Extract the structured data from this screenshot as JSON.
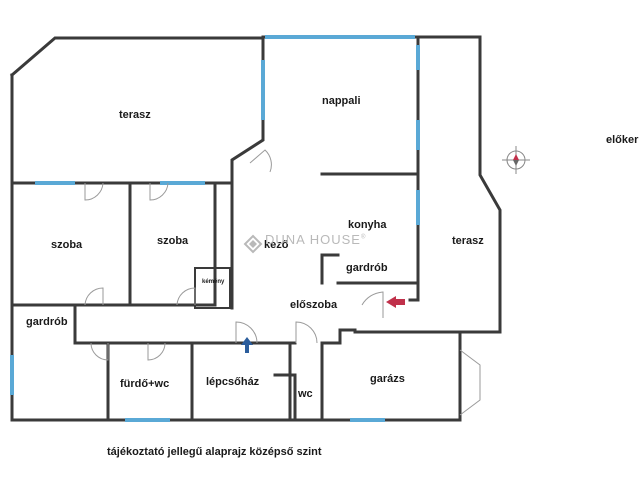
{
  "rooms": {
    "terasz_left": "terasz",
    "nappali": "nappali",
    "szoba_1": "szoba",
    "szoba_2": "szoba",
    "kemeny": "kémény",
    "konyha": "konyha",
    "eteto_partial": "kező",
    "gardrob_right": "gardrób",
    "terasz_right": "terasz",
    "eloszoba": "előszoba",
    "gardrob_left": "gardrób",
    "furdo_wc": "fürdő+wc",
    "lepcsohaz": "lépcsőház",
    "wc": "wc",
    "garazs": "garázs",
    "eloker_partial": "előker"
  },
  "caption": "tájékoztató jellegű alaprajz középső szint",
  "watermark": {
    "brand": "DUNA HOUSE",
    "mark": "®"
  },
  "colors": {
    "wall": "#3a3a3a",
    "window": "#5aa9d6",
    "door": "#9a9a9a",
    "entry_arrow": "#c0304a",
    "stair_arrow": "#2b5d9c",
    "watermark": "#b9b9b9"
  },
  "icons": [
    "compass-icon",
    "entry-arrow-icon",
    "stair-arrow-icon",
    "duna-house-logo-icon"
  ]
}
